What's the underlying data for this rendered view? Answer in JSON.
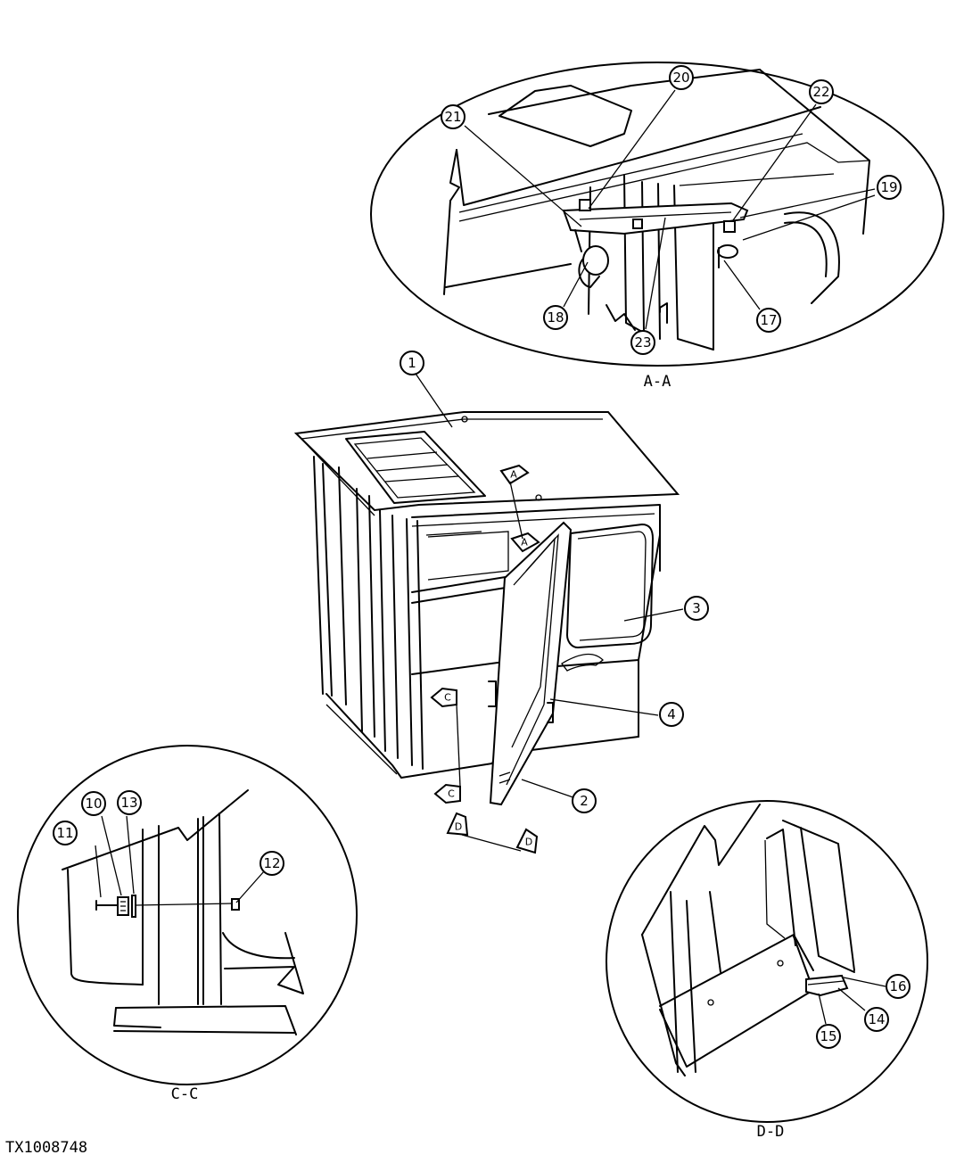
{
  "figure": {
    "id": "TX1008748"
  },
  "views": {
    "aa": "A-A",
    "cc": "C-C",
    "dd": "D-D"
  },
  "section_markers": {
    "a": "A",
    "c": "C",
    "d": "D"
  },
  "callouts": {
    "c1": "1",
    "c2": "2",
    "c3": "3",
    "c4": "4",
    "c10": "10",
    "c11": "11",
    "c12": "12",
    "c13": "13",
    "c14": "14",
    "c15": "15",
    "c16": "16",
    "c17": "17",
    "c18": "18",
    "c19": "19",
    "c20": "20",
    "c21": "21",
    "c22": "22",
    "c23": "23"
  }
}
